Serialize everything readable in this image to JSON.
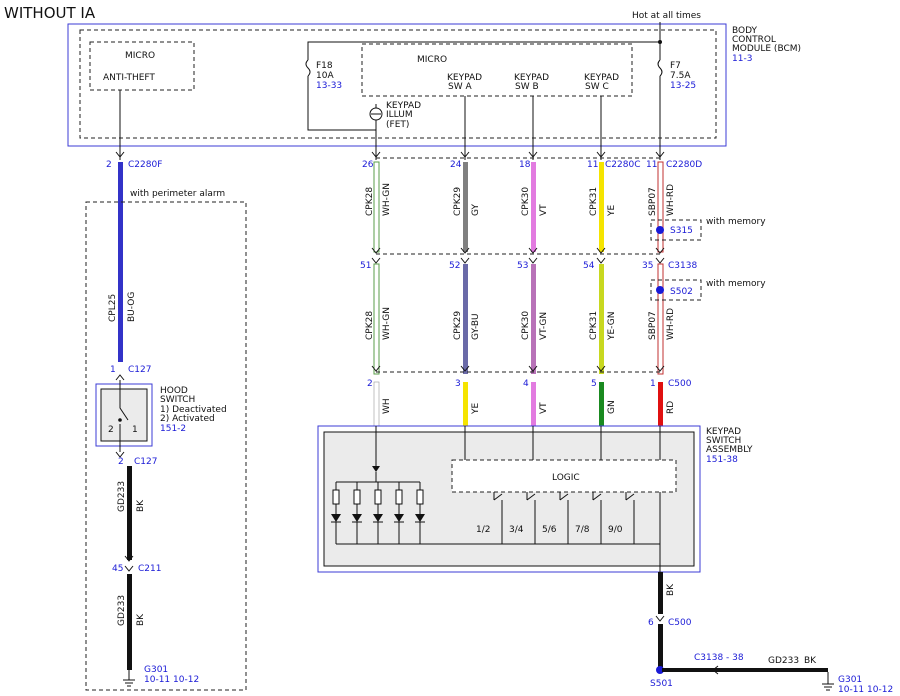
{
  "title": "WITHOUT IA",
  "hot_label": "Hot at all times",
  "bcm": {
    "name_lines": [
      "BODY",
      "CONTROL",
      "MODULE (BCM)"
    ],
    "ref": "11-3",
    "micro_left": "MICRO",
    "anti_theft": "ANTI-THEFT",
    "micro_right": "MICRO",
    "keypad_sw_a": [
      "KEYPAD",
      "SW A"
    ],
    "keypad_sw_b": [
      "KEYPAD",
      "SW B"
    ],
    "keypad_sw_c": [
      "KEYPAD",
      "SW C"
    ],
    "keypad_illum": [
      "KEYPAD",
      "ILLUM",
      "(FET)"
    ],
    "fuse_f18": {
      "name": "F18",
      "rating": "10A",
      "ref": "13-33"
    },
    "fuse_f7": {
      "name": "F7",
      "rating": "7.5A",
      "ref": "13-25"
    }
  },
  "connectors": {
    "c2280f": "C2280F",
    "c2280c": "C2280C",
    "c2280d": "C2280D",
    "c3138": "C3138",
    "c500": "C500",
    "c500b": "C500",
    "c127a": "C127",
    "c127b": "C127",
    "c211": "C211",
    "c3138_38": "C3138 - 38"
  },
  "pins": {
    "p2_top": "2",
    "p26": "26",
    "p24": "24",
    "p18": "18",
    "p11a": "11",
    "p11b": "11",
    "p51": "51",
    "p52": "52",
    "p53": "53",
    "p54": "54",
    "p35": "35",
    "p2_c500": "2",
    "p3": "3",
    "p4": "4",
    "p5": "5",
    "p1_c500": "1",
    "p1_c127": "1",
    "p2_c127": "2",
    "p45": "45",
    "p6": "6"
  },
  "wires": {
    "cpl25": {
      "circuit": "CPL25",
      "color": "BU-OG"
    },
    "cpk28a": {
      "circuit": "CPK28",
      "color": "WH-GN"
    },
    "cpk29a": {
      "circuit": "CPK29",
      "color": "GY"
    },
    "cpk30a": {
      "circuit": "CPK30",
      "color": "VT"
    },
    "cpk31a": {
      "circuit": "CPK31",
      "color": "YE"
    },
    "sbp07a": {
      "circuit": "SBP07",
      "color": "WH-RD"
    },
    "cpk28b": {
      "circuit": "CPK28",
      "color": "WH-GN"
    },
    "cpk29b": {
      "circuit": "CPK29",
      "color": "GY-BU"
    },
    "cpk30b": {
      "circuit": "CPK30",
      "color": "VT-GN"
    },
    "cpk31b": {
      "circuit": "CPK31",
      "color": "YE-GN"
    },
    "sbp07b": {
      "circuit": "SBP07",
      "color": "WH-RD"
    },
    "gd233a": {
      "circuit": "GD233",
      "color": "BK"
    },
    "gd233b": {
      "circuit": "GD233",
      "color": "BK"
    },
    "gd233c": {
      "circuit": "GD233",
      "color": "BK"
    },
    "bk_main": "BK",
    "wh": "WH",
    "ye": "YE",
    "vt": "VT",
    "gn": "GN",
    "rd": "RD"
  },
  "splices": {
    "s315": "S315",
    "s502": "S502",
    "s501": "S501",
    "with_memory_1": "with memory",
    "with_memory_2": "with memory"
  },
  "perimeter": "with perimeter alarm",
  "hood_switch": {
    "lines": [
      "HOOD",
      "SWITCH",
      "1) Deactivated",
      "2) Activated"
    ],
    "ref": "151-2",
    "pin2": "2",
    "pin1": "1"
  },
  "keypad_assembly": {
    "lines": [
      "KEYPAD",
      "SWITCH",
      "ASSEMBLY"
    ],
    "ref": "151-38",
    "logic": "LOGIC",
    "keys": [
      "1/2",
      "3/4",
      "5/6",
      "7/8",
      "9/0"
    ]
  },
  "grounds": {
    "g301a": {
      "name": "G301",
      "refs": "10-11  10-12"
    },
    "g301b": {
      "name": "G301",
      "refs": "10-11  10-12"
    }
  },
  "colors": {
    "blue_purple": "#3232c8",
    "wh_gn": "#5a9e4a",
    "gray": "#808080",
    "violet": "#e27be0",
    "yellow": "#f5e400",
    "wh_rd": "#c23030",
    "gy_bu": "#6a6aa8",
    "vt_gn": "#b872b8",
    "ye_gn": "#c8d820",
    "green": "#1a8a20",
    "red": "#e01010",
    "black": "#111111",
    "box_blue": "#3b3bd6",
    "ref_blue": "#1a1ad6"
  }
}
